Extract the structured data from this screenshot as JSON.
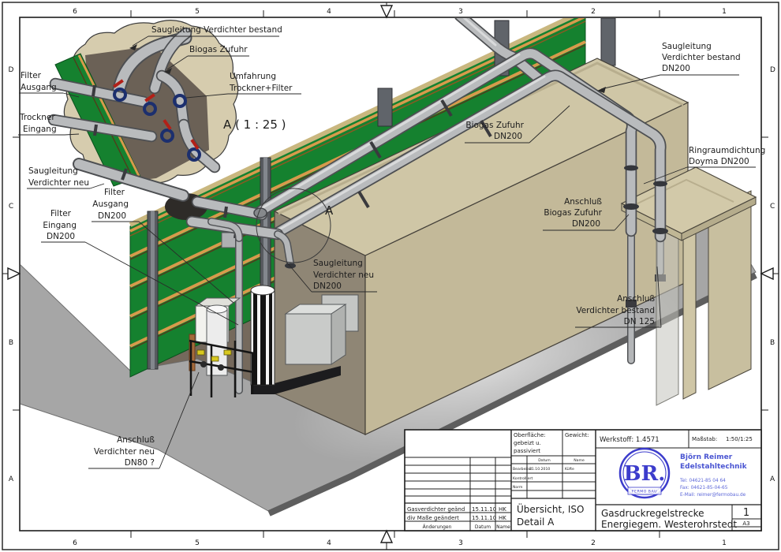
{
  "frame": {
    "top_ruler": [
      "6",
      "5",
      "4",
      "3",
      "2",
      "1"
    ],
    "bottom_ruler": [
      "6",
      "5",
      "4",
      "3",
      "2",
      "1"
    ],
    "left_ruler": [
      "D",
      "C",
      "B",
      "A"
    ],
    "right_ruler": [
      "D",
      "C",
      "B",
      "A"
    ]
  },
  "detail_view": {
    "scale_label": "A ( 1 : 25 )",
    "labels": {
      "saug_bestand": "Saugleitung Verdichter bestand",
      "biogas": "Biogas Zufuhr",
      "umfahrung_l1": "Umfahrung",
      "umfahrung_l2": "Trockner+Filter",
      "filter_ausgang_l1": "Filter",
      "filter_ausgang_l2": "Ausgang",
      "trockner_l1": "Trockner",
      "trockner_l2": "Eingang",
      "saug_neu_l1": "Saugleitung",
      "saug_neu_l2": "Verdichter neu",
      "filter_ausgang_dn_l1": "Filter",
      "filter_ausgang_dn_l2": "Ausgang",
      "filter_ausgang_dn_l3": "DN200",
      "filter_eingang_dn_l1": "Filter",
      "filter_eingang_dn_l2": "Eingang",
      "filter_eingang_dn_l3": "DN200"
    }
  },
  "main_view": {
    "detail_marker": "A",
    "labels": {
      "biogas_l1": "Biogas Zufuhr",
      "biogas_l2": "DN200",
      "saug_bestand_l1": "Saugleitung",
      "saug_bestand_l2": "Verdichter bestand",
      "saug_bestand_l3": "DN200",
      "ringraum_l1": "Ringraumdichtung",
      "ringraum_l2": "Doyma DN200",
      "anschluss_biogas_l1": "Anschluß",
      "anschluss_biogas_l2": "Biogas Zufuhr",
      "anschluss_biogas_l3": "DN200",
      "saug_neu_l1": "Saugleitung",
      "saug_neu_l2": "Verdichter neu",
      "saug_neu_l3": "DN200",
      "anschluss_bestand_l1": "Anschluß",
      "anschluss_bestand_l2": "Verdichter bestand",
      "anschluss_bestand_l3": "DN 125",
      "anschluss_neu_l1": "Anschluß",
      "anschluss_neu_l2": "Verdichter neu",
      "anschluss_neu_l3": "DN80 ?"
    }
  },
  "title_block": {
    "oberflaeche_l1": "Oberfläche:",
    "oberflaeche_l2": "gebeizt u.",
    "oberflaeche_l3": "passiviert",
    "gewicht": "Gewicht:",
    "col_datum": "Datum",
    "col_name": "Name",
    "row_bearbeitet": "Bearbeitet",
    "bearbeitet_datum": "21.10.2010",
    "bearbeitet_name": "Küfte",
    "row_kontrolliert": "Kontrolliert",
    "row_norm": "Norm",
    "rev1_text": "Gasverdichter geänd",
    "rev1_datum": "15.11.10",
    "rev1_name": "HK",
    "rev2_text": "div Maße geändert",
    "rev2_datum": "15.11.10",
    "rev2_name": "HK",
    "foot_aenderungen": "Änderungen",
    "foot_datum": "Datum",
    "foot_name": "Name",
    "werkstoff": "Werkstoff: 1.4571",
    "massstab_label": "Maßstab:",
    "massstab_value": "1:50/1:25",
    "logo_text": "BR.",
    "logo_sub": "FERMO BAU",
    "company_l1": "Björn Reimer",
    "company_l2": "Edelstahltechnik",
    "tel": "Tel: 04621-85 04 64",
    "fax": "Fax: 04621-85-04-65",
    "email": "E-Mail: reimer@fermobau.de",
    "doc_title_l1": "Übersicht, ISO",
    "doc_title_l2": "Detail A",
    "project_l1": "Gasdruckregelstrecke",
    "project_l2": "Energiegem. Westerohrstedt",
    "sheet": "1",
    "format": "A3"
  },
  "colors": {
    "wall_green": "#15812f",
    "rail_orange": "#d79a4c",
    "container_tan": "#cfc6a6",
    "slab_gray": "#a6a6a6",
    "earth_brown": "#75695c",
    "pipe_gray": "#b9bbbd",
    "logo_blue": "#3c3ccc"
  }
}
